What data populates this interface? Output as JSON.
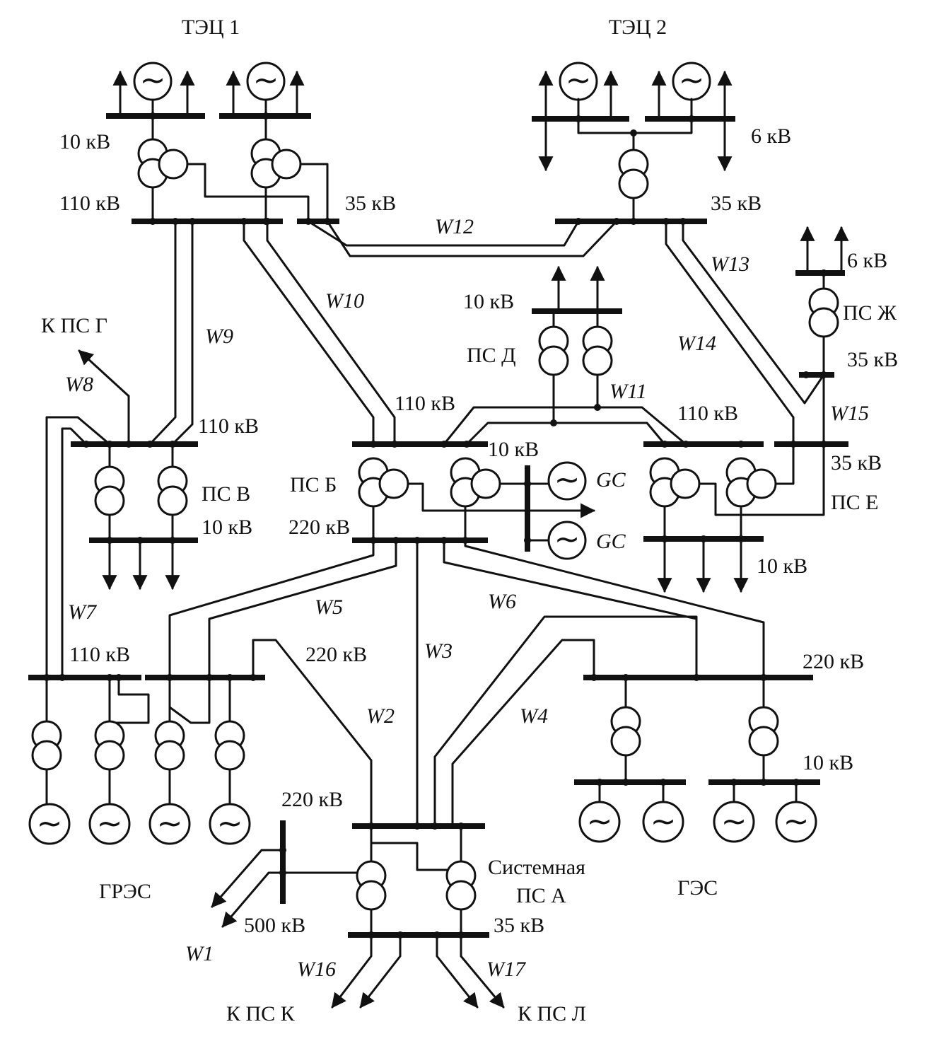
{
  "labels": {
    "tec1": "ТЭЦ 1",
    "tec2": "ТЭЦ 2",
    "tec1_10kv": "10 кВ",
    "tec1_110kv": "110 кВ",
    "tec1_35kv": "35 кВ",
    "tec2_6kv": "6 кВ",
    "tec2_35kv": "35 кВ",
    "w12": "W12",
    "w13": "W13",
    "w14": "W14",
    "w10": "W10",
    "w9": "W9",
    "w8": "W8",
    "k_ps_g": "К ПС Г",
    "psd_10kv": "10 кВ",
    "psd": "ПС Д",
    "w11": "W11",
    "psz_6kv": "6 кВ",
    "psz": "ПС Ж",
    "psz_35kv": "35 кВ",
    "w15": "W15",
    "psb_110kv": "110 кВ",
    "pse_110kv": "110 кВ",
    "psb_10kv": "10 кВ",
    "gc1": "GC",
    "gc2": "GC",
    "psb": "ПС Б",
    "psb_220kv": "220 кВ",
    "pse_35kv": "35 кВ",
    "pse": "ПС Е",
    "pse_10kv": "10 кВ",
    "psv_110kv": "110 кВ",
    "psv": "ПС В",
    "psv_10kv": "10 кВ",
    "w7": "W7",
    "w5": "W5",
    "w6": "W6",
    "gres_110kv": "110 кВ",
    "gres_220kv": "220 кВ",
    "w3": "W3",
    "w2": "W2",
    "w4": "W4",
    "ges_220kv": "220 кВ",
    "ges_10kv": "10 кВ",
    "psa_220kv": "220 кВ",
    "sys_ps1": "Системная",
    "sys_ps2": "ПС А",
    "gres": "ГРЭС",
    "ges": "ГЭС",
    "psa_500kv": "500 кВ",
    "psa_35kv": "35 кВ",
    "w1": "W1",
    "w16": "W16",
    "w17": "W17",
    "k_ps_k": "К ПС К",
    "k_ps_l": "К ПС Л"
  }
}
